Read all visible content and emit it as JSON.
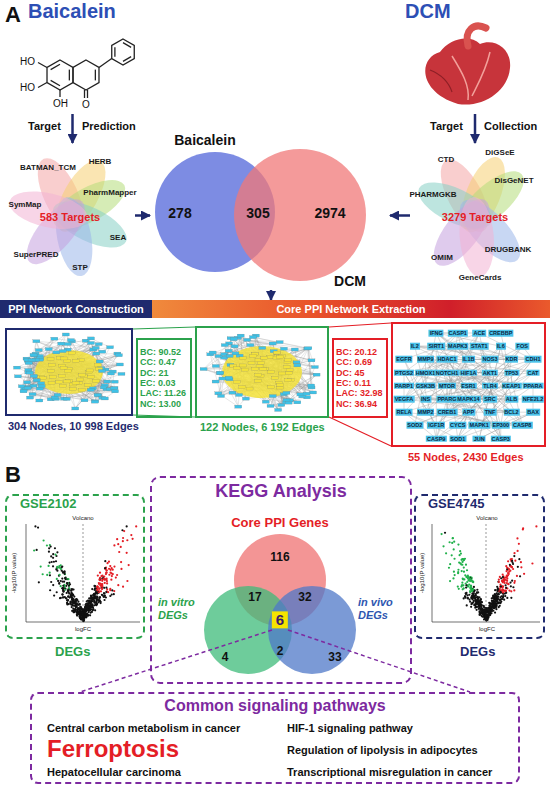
{
  "diagram": {
    "nodes": [
      {
        "text": [
          "Baicalein"
        ]
      },
      {
        "text": [
          "DCM"
        ]
      },
      {
        "text": [
          "BATMAN_TCM",
          "HERB",
          "PharmMapper",
          "SEA",
          "STP",
          "SuperPRED",
          "SymMap",
          "583 Targets"
        ]
      },
      {
        "text": [
          "Baicalein",
          "278",
          "305",
          "2974",
          "DCM"
        ]
      },
      {
        "text": [
          "CTD",
          "DiGSeE",
          "DisGeNET",
          "PHARMGKB",
          "3279 Targets",
          "DRUGBANK",
          "OMIM",
          "GeneCards"
        ]
      },
      {
        "text": [
          "PPI Network Construction"
        ]
      },
      {
        "text": [
          "Core PPI Network Extraction"
        ]
      },
      {
        "text": [
          "304 Nodes, 10 998 Edges"
        ]
      },
      {
        "text": [
          "BC: 90.52",
          "CC: 0.47",
          "DC: 21",
          "EC: 0.03",
          "LAC: 11.26",
          "NC: 13.00"
        ]
      },
      {
        "text": [
          "122 Nodes, 6 192 Edges"
        ]
      },
      {
        "text": [
          "BC: 20.12",
          "CC: 0.69",
          "DC: 45",
          "EC: 0.11",
          "LAC: 32.98",
          "NC: 36.94"
        ]
      },
      {
        "text": [
          "55 Nodes, 2430 Edges",
          "IFNG",
          "CASP1",
          "ACE",
          "CREBBP",
          "IL2",
          "SIRT1",
          "MAPK3",
          "STAT1",
          "IL6",
          "FOS",
          "EGFR",
          "MMP9",
          "HDAC1",
          "IL1B",
          "NOS3",
          "KDR",
          "CDH1",
          "PTGS2",
          "HMOX1",
          "NOTCH1",
          "HIF1A",
          "AKT1",
          "TP53",
          "CAT",
          "PARP1",
          "GSK3B",
          "MTOR",
          "ESR1",
          "TLR4",
          "KEAP1",
          "PPARA",
          "VEGFA",
          "INS",
          "PPARG",
          "MAPK14",
          "SRC",
          "ALB",
          "NFE2L2",
          "RELA",
          "MMP2",
          "CREB1",
          "APP",
          "TNF",
          "BCL2",
          "BAX",
          "SOD2",
          "IGF1R",
          "CYCS",
          "MAPK1",
          "EP300",
          "CASP8",
          "CASP9",
          "SOD1",
          "JUN",
          "CASP3"
        ]
      },
      {
        "text": [
          "KEGG Analysis"
        ]
      },
      {
        "text": [
          "GSE2102",
          "Volcano",
          "logFC",
          "-log10(P value)",
          "DEGs"
        ]
      },
      {
        "text": [
          "Core PPI Genes",
          "116",
          "17",
          "32",
          "6",
          "4",
          "2",
          "33",
          "in vitro DEGs",
          "in vivo DEGs"
        ],
        "in": 12
      },
      {
        "text": [
          "GSE4745",
          "Volcano",
          "logFC",
          "-log10(P value)",
          "DEGs"
        ]
      },
      {
        "text": [
          "Common signaling pathways",
          "Central carbon metabolism in cancer",
          "HIF-1 signaling pathway",
          "Ferroptosis",
          "Regulation of lipolysis in adipocytes",
          "Hepatocellular carcinoma",
          "Transcriptional misregulation in cancer"
        ]
      }
    ],
    "edges": [
      {
        "from": 0,
        "to": 2,
        "arrow": "to"
      },
      {
        "from": 1,
        "to": 4,
        "arrow": "to"
      },
      {
        "from": 2,
        "to": 3,
        "arrow": "to"
      },
      {
        "from": 4,
        "to": 3,
        "arrow": "to"
      },
      {
        "from": 3,
        "to": 6,
        "arrow": "to"
      }
    ],
    "labels": [
      "A",
      "HO",
      "HO",
      "OH",
      "O",
      "Target",
      "Prediction",
      "Target",
      "Collection",
      "B"
    ]
  }
}
